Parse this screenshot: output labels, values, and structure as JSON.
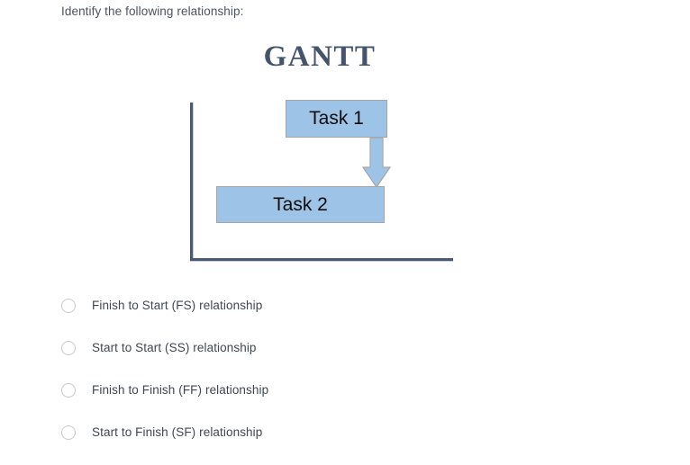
{
  "prompt": "Identify the following relationship:",
  "figure": {
    "title": "GANTT",
    "bars": [
      {
        "label": "Task 1"
      },
      {
        "label": "Task 2"
      }
    ],
    "connector": "down-arrow",
    "colors": {
      "bar_fill": "#9dc3e6",
      "bar_border": "#a6a6a6",
      "axis": "#49597a",
      "title": "#44546a"
    }
  },
  "options": [
    {
      "label": "Finish to Start (FS) relationship",
      "selected": false
    },
    {
      "label": "Start to Start (SS) relationship",
      "selected": false
    },
    {
      "label": "Finish to Finish (FF) relationship",
      "selected": false
    },
    {
      "label": "Start to Finish (SF) relationship",
      "selected": false
    }
  ]
}
